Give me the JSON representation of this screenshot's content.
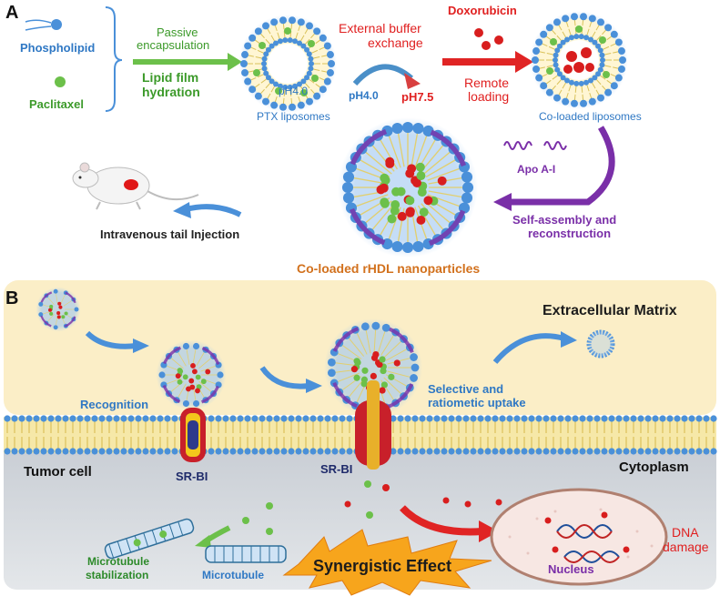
{
  "panel_a": {
    "label": "A",
    "phospholipid": "Phospholipid",
    "paclitaxel": "Paclitaxel",
    "passive_line1": "Passive",
    "passive_line2": "encapsulation",
    "lipid_line1": "Lipid film",
    "lipid_line2": "hydration",
    "ph_inside": "pH4.0",
    "ph_below": "pH4.0",
    "ptx_liposomes": "PTX liposomes",
    "ext_line1": "External buffer",
    "ext_line2": "exchange",
    "ph_out": "pH7.5",
    "doxorubicin": "Doxorubicin",
    "remote_line1": "Remote",
    "remote_line2": "loading",
    "coloaded_liposomes": "Co-loaded liposomes",
    "apo": "Apo A-I",
    "self_line1": "Self-assembly and",
    "self_line2": "reconstruction",
    "rhdl": "Co-loaded rHDL nanoparticles",
    "injection": "Intravenous tail Injection"
  },
  "panel_b": {
    "label": "B",
    "ecm": "Extracellular Matrix",
    "recognition": "Recognition",
    "uptake_line1": "Selective and",
    "uptake_line2": "ratiometic uptake",
    "tumor_cell": "Tumor cell",
    "srbi_1": "SR-BI",
    "srbi_2": "SR-BI",
    "cytoplasm": "Cytoplasm",
    "mt_stab_line1": "Microtubule",
    "mt_stab_line2": "stabilization",
    "microtubule": "Microtubule",
    "synergistic": "Synergistic Effect",
    "nucleus": "Nucleus",
    "dna_line1": "DNA",
    "dna_line2": "damage"
  },
  "colors": {
    "lipid_head": "#4a90d9",
    "paclitaxel": "#6cc04a",
    "doxorubicin": "#d81e1e",
    "apo": "#7a2fa8",
    "green_text": "#3c9a2a",
    "red_text": "#e02020",
    "blue_text": "#2f78c4",
    "purple_text": "#7a2fa8",
    "orange_text": "#d2711d",
    "ecm_fill": "#fbeec7",
    "cytoplasm_fill": "#d9dde2",
    "burst": "#f7a51c"
  }
}
